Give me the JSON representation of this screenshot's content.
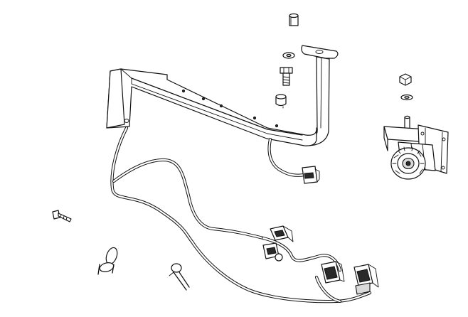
{
  "diagram": {
    "type": "exploded-parts-drawing",
    "line_color": "#111111",
    "background": "#ffffff",
    "parts": [
      "spacer-sleeve",
      "flat-washer",
      "hex-bolt",
      "rubber-bushing",
      "bracket-arm",
      "wiring-harness",
      "wiring-connector",
      "hex-nut",
      "lock-washer",
      "motor-assembly",
      "self-tapping-screw",
      "cable-tie-clip",
      "p-clip"
    ]
  }
}
